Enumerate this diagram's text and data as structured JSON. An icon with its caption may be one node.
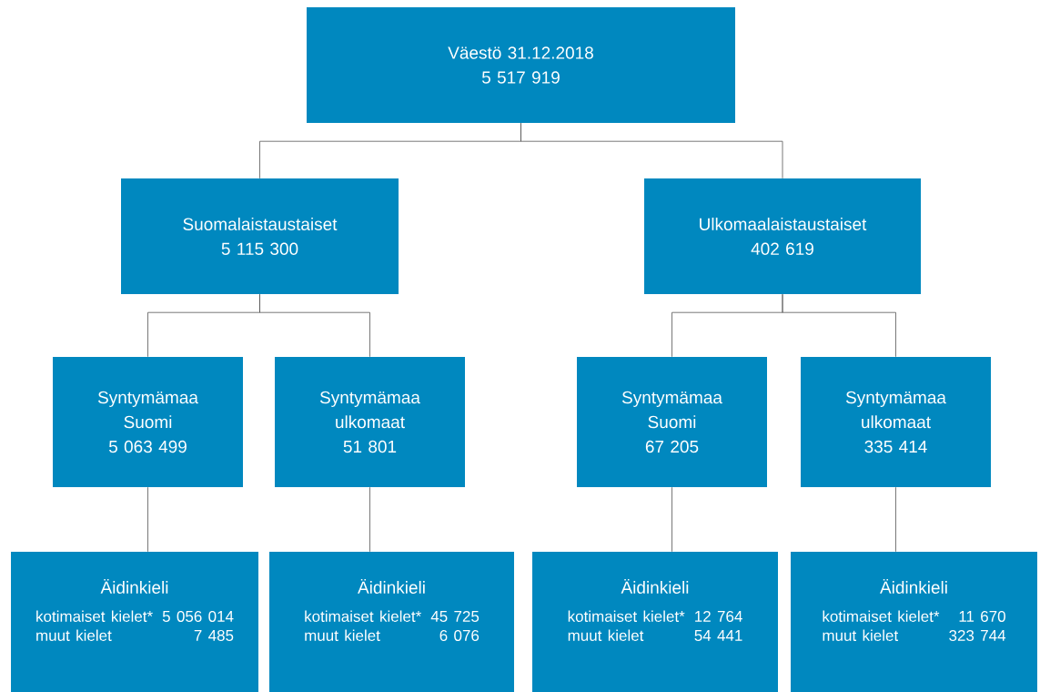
{
  "diagram": {
    "nodes": [
      {
        "text": [
          "Väestö 31.12.2018",
          "5 517 919"
        ]
      },
      {
        "text": [
          "Suomalaistaustaiset",
          "5 115 300"
        ]
      },
      {
        "text": [
          "Ulkomaalaistaustaiset",
          "402 619"
        ]
      },
      {
        "text": [
          "Syntymämaa Suomi",
          "5 063 499"
        ]
      },
      {
        "text": [
          "Syntymämaa ulkomaat",
          "51 801"
        ]
      },
      {
        "text": [
          "Syntymämaa Suomi",
          "67 205"
        ]
      },
      {
        "text": [
          "Syntymämaa ulkomaat",
          "335 414"
        ]
      },
      {
        "text": [
          "Äidinkieli",
          "kotimaiset kielet*",
          "5 056 014",
          "muut kielet",
          "7 485"
        ]
      },
      {
        "text": [
          "Äidinkieli",
          "kotimaiset kielet*",
          "45 725",
          "muut kielet",
          "6 076"
        ]
      },
      {
        "text": [
          "Äidinkieli",
          "kotimaiset kielet*",
          "12 764",
          "muut kielet",
          "54 441"
        ]
      },
      {
        "text": [
          "Äidinkieli",
          "kotimaiset kielet*",
          "11 670",
          "muut kielet",
          "323 744"
        ]
      }
    ],
    "edges": [
      {
        "from": 0,
        "to": 1,
        "arrow": "none"
      },
      {
        "from": 0,
        "to": 2,
        "arrow": "none"
      },
      {
        "from": 1,
        "to": 3,
        "arrow": "none"
      },
      {
        "from": 1,
        "to": 4,
        "arrow": "none"
      },
      {
        "from": 2,
        "to": 5,
        "arrow": "none"
      },
      {
        "from": 2,
        "to": 6,
        "arrow": "none"
      },
      {
        "from": 3,
        "to": 7,
        "arrow": "none"
      },
      {
        "from": 4,
        "to": 8,
        "arrow": "none"
      },
      {
        "from": 5,
        "to": 9,
        "arrow": "none"
      },
      {
        "from": 6,
        "to": 10,
        "arrow": "none"
      }
    ]
  }
}
